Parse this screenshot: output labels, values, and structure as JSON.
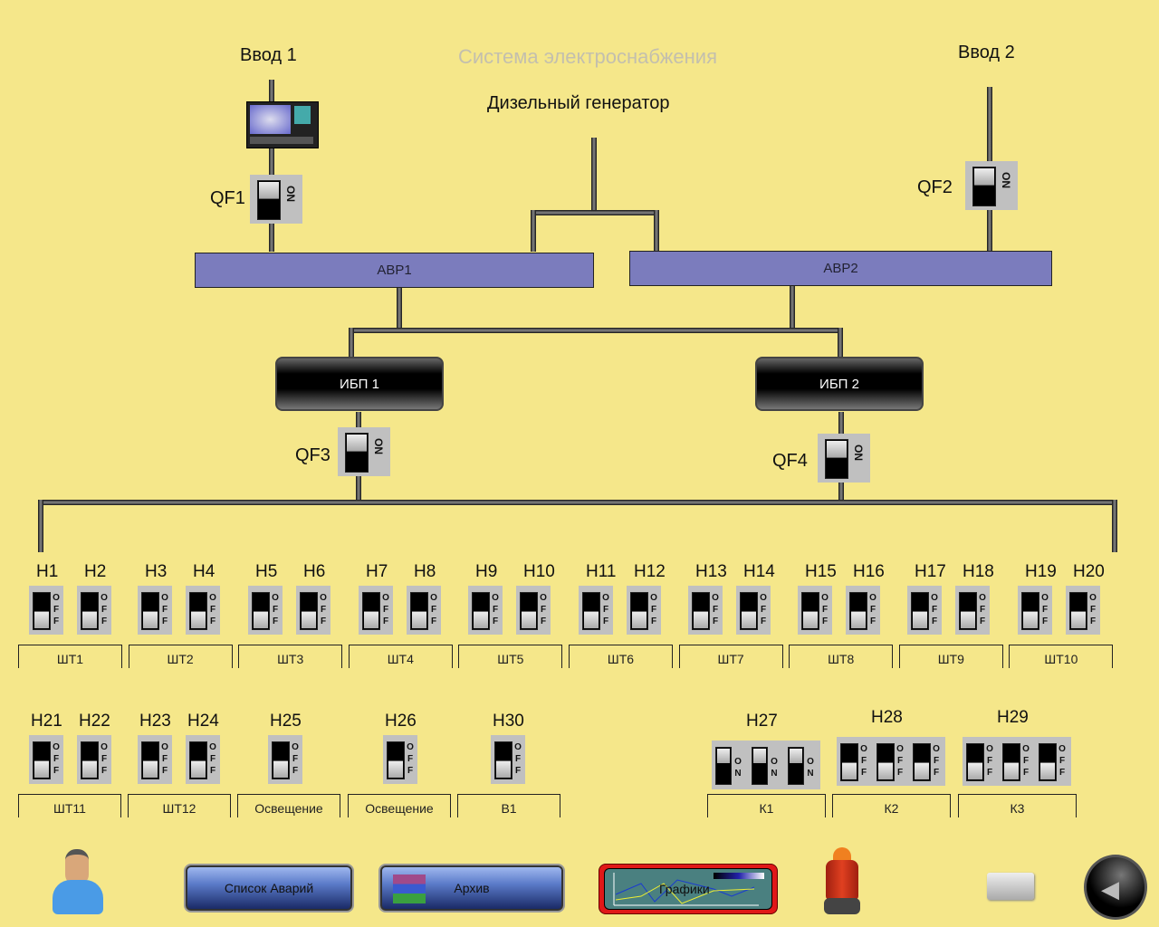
{
  "header": {
    "title": "Система электроснабжения",
    "input1": "Ввод 1",
    "input2": "Ввод 2",
    "generator": "Дизельный генератор"
  },
  "breakers_main": [
    {
      "id": "QF1",
      "state": "ON"
    },
    {
      "id": "QF2",
      "state": "ON"
    },
    {
      "id": "QF3",
      "state": "ON"
    },
    {
      "id": "QF4",
      "state": "ON"
    }
  ],
  "switch_labels": {
    "on": "ON",
    "off": "OFF"
  },
  "avr": [
    {
      "label": "АВР1"
    },
    {
      "label": "АВР2"
    }
  ],
  "ups": [
    {
      "label": "ИБП 1"
    },
    {
      "label": "ИБП 2"
    }
  ],
  "loads_row1": [
    {
      "id": "Н1",
      "state": "OFF"
    },
    {
      "id": "Н2",
      "state": "OFF"
    },
    {
      "id": "Н3",
      "state": "OFF"
    },
    {
      "id": "Н4",
      "state": "OFF"
    },
    {
      "id": "Н5",
      "state": "OFF"
    },
    {
      "id": "Н6",
      "state": "OFF"
    },
    {
      "id": "Н7",
      "state": "OFF"
    },
    {
      "id": "Н8",
      "state": "OFF"
    },
    {
      "id": "Н9",
      "state": "OFF"
    },
    {
      "id": "Н10",
      "state": "OFF"
    },
    {
      "id": "Н11",
      "state": "OFF"
    },
    {
      "id": "Н12",
      "state": "OFF"
    },
    {
      "id": "Н13",
      "state": "OFF"
    },
    {
      "id": "Н14",
      "state": "OFF"
    },
    {
      "id": "Н15",
      "state": "OFF"
    },
    {
      "id": "Н16",
      "state": "OFF"
    },
    {
      "id": "Н17",
      "state": "OFF"
    },
    {
      "id": "Н18",
      "state": "OFF"
    },
    {
      "id": "Н19",
      "state": "OFF"
    },
    {
      "id": "Н20",
      "state": "OFF"
    }
  ],
  "cabinets_row1": [
    "ШТ1",
    "ШТ2",
    "ШТ3",
    "ШТ4",
    "ШТ5",
    "ШТ6",
    "ШТ7",
    "ШТ8",
    "ШТ9",
    "ШТ10"
  ],
  "loads_row2": [
    {
      "id": "Н21",
      "state": "OFF"
    },
    {
      "id": "Н22",
      "state": "OFF"
    },
    {
      "id": "Н23",
      "state": "OFF"
    },
    {
      "id": "Н24",
      "state": "OFF"
    },
    {
      "id": "Н25",
      "state": "OFF"
    },
    {
      "id": "Н26",
      "state": "OFF"
    },
    {
      "id": "Н30",
      "state": "OFF"
    }
  ],
  "cabinets_row2": [
    "ШТ11",
    "ШТ12",
    "Освещение",
    "Освещение",
    "В1"
  ],
  "groups": [
    {
      "id": "Н27",
      "states": [
        "ON",
        "ON",
        "ON"
      ],
      "cabinet": "К1"
    },
    {
      "id": "Н28",
      "states": [
        "OFF",
        "OFF",
        "OFF"
      ],
      "cabinet": "К2"
    },
    {
      "id": "Н29",
      "states": [
        "OFF",
        "OFF",
        "OFF"
      ],
      "cabinet": "К3"
    }
  ],
  "toolbar": {
    "alarms_label": "Список  Аварий",
    "archive_label": "Архив",
    "graphs_label": "Графики"
  },
  "colors": {
    "background": "#f5e78a",
    "avr": "#7b7cbd",
    "alarm_lamp": "#e0401a"
  }
}
